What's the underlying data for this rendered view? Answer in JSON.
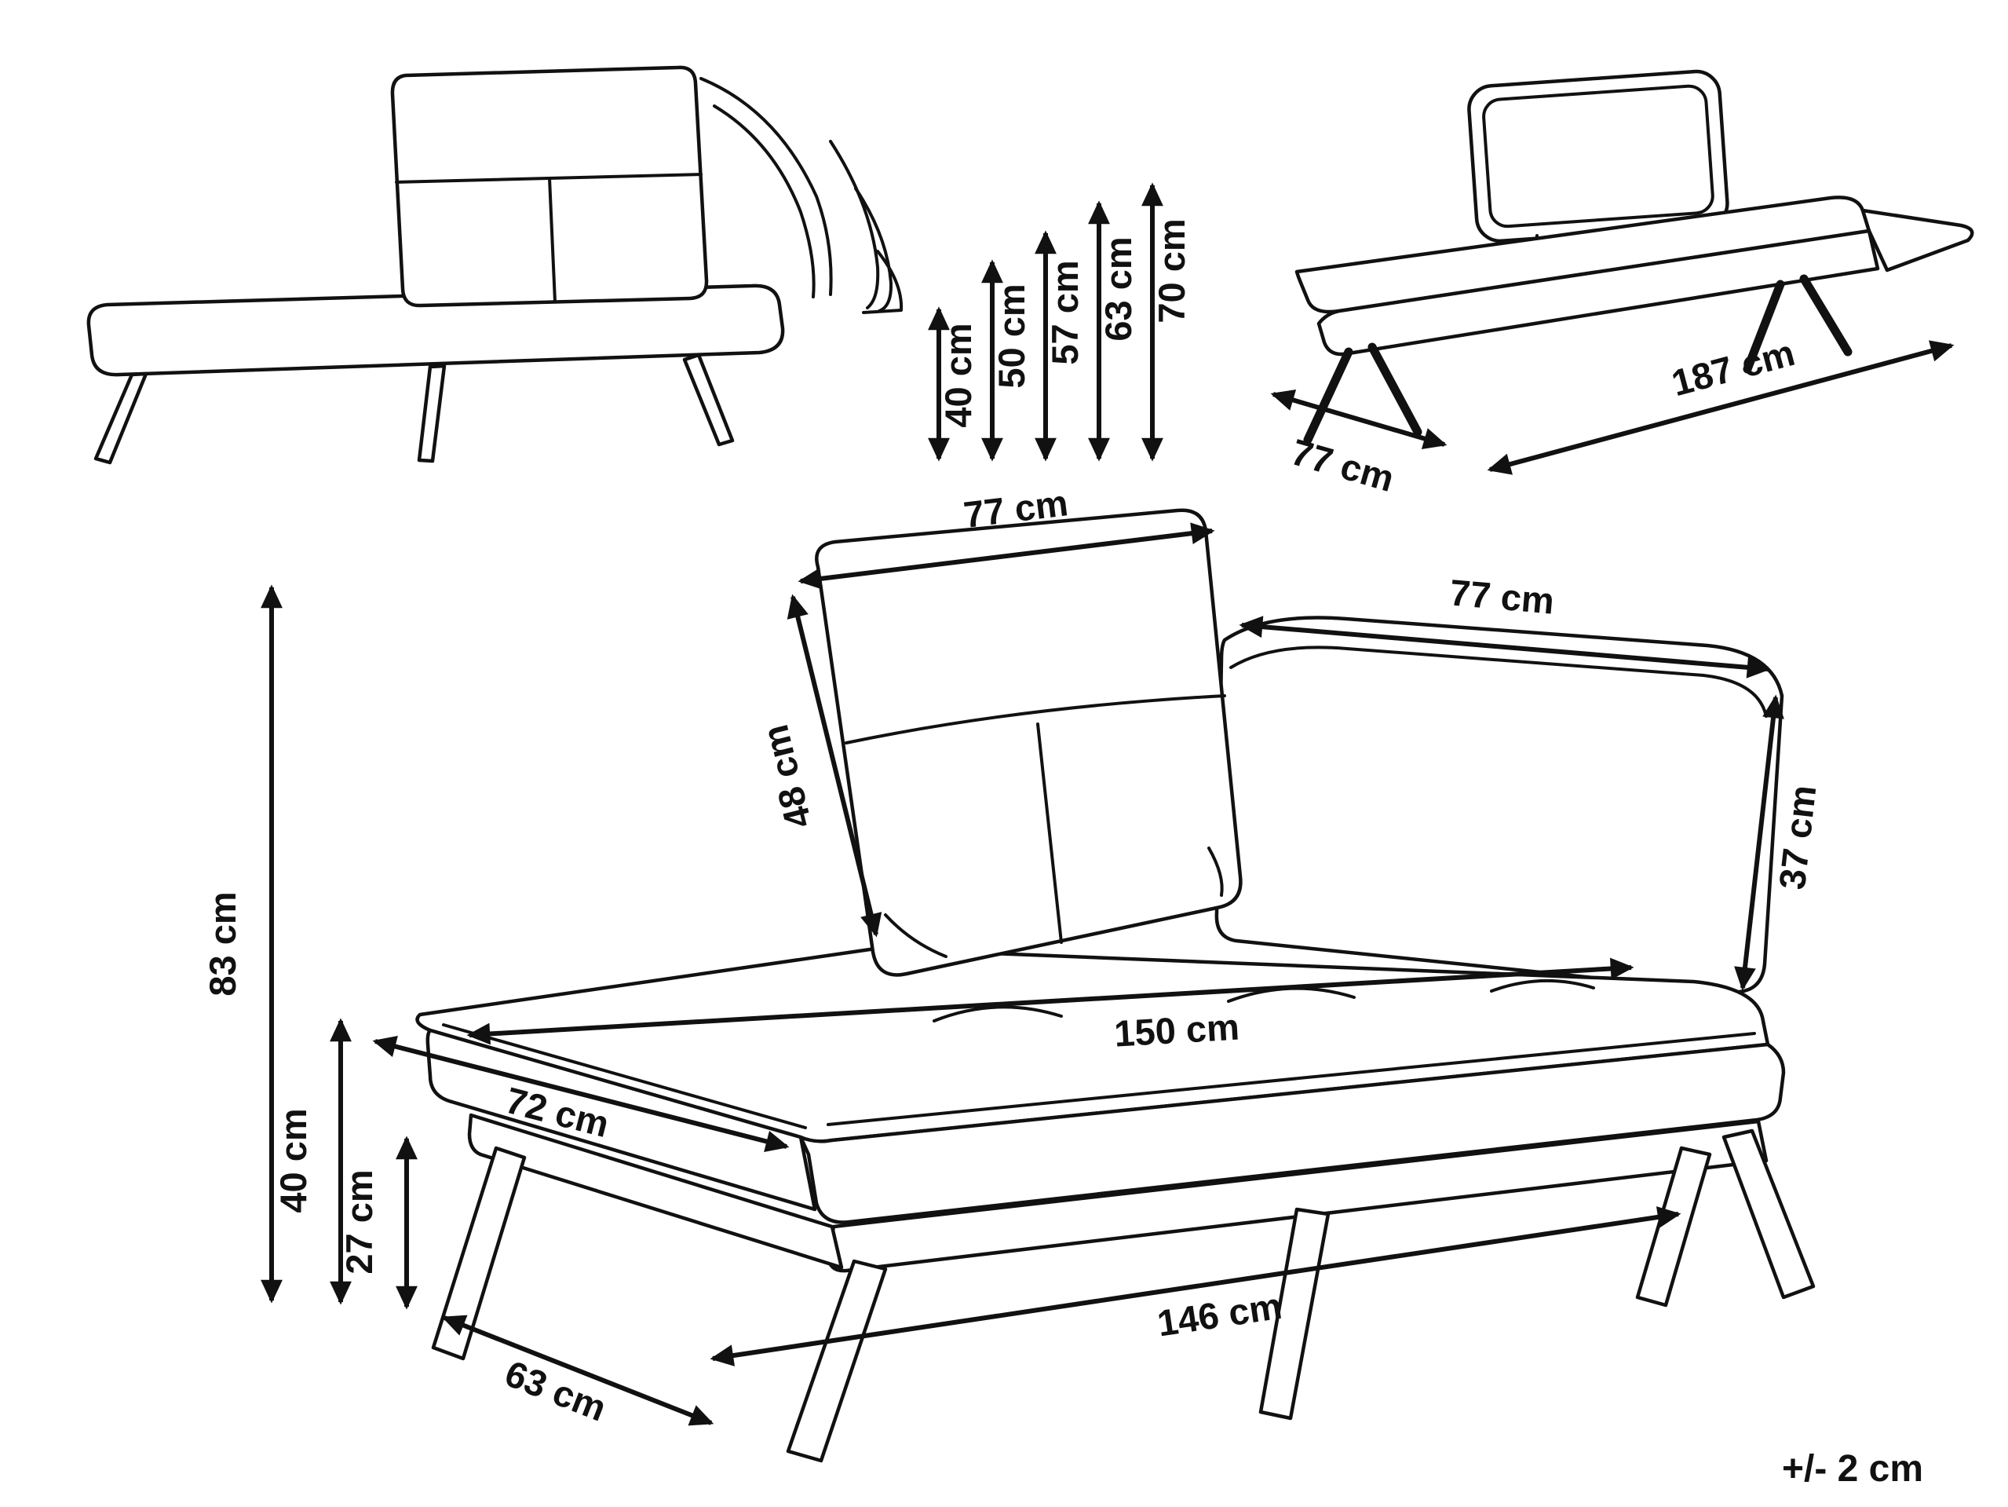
{
  "meta": {
    "tolerance": "+/- 2 cm",
    "line_color": "#111111",
    "background_color": "#ffffff"
  },
  "side_profile_view": {
    "height_labels": [
      "40 cm",
      "50 cm",
      "57 cm",
      "63 cm",
      "70 cm"
    ]
  },
  "flat_open_view": {
    "width_label": "77 cm",
    "length_label": "187 cm"
  },
  "perspective_view": {
    "back_cushion_width": "77 cm",
    "back_cushion_height": "48 cm",
    "side_cushion_width": "77 cm",
    "side_cushion_height": "37 cm",
    "seat_length": "150 cm",
    "seat_depth": "72 cm",
    "base_length": "146 cm",
    "base_depth": "63 cm",
    "overall_height": "83 cm",
    "seat_height": "40 cm",
    "ground_clearance": "27 cm"
  }
}
